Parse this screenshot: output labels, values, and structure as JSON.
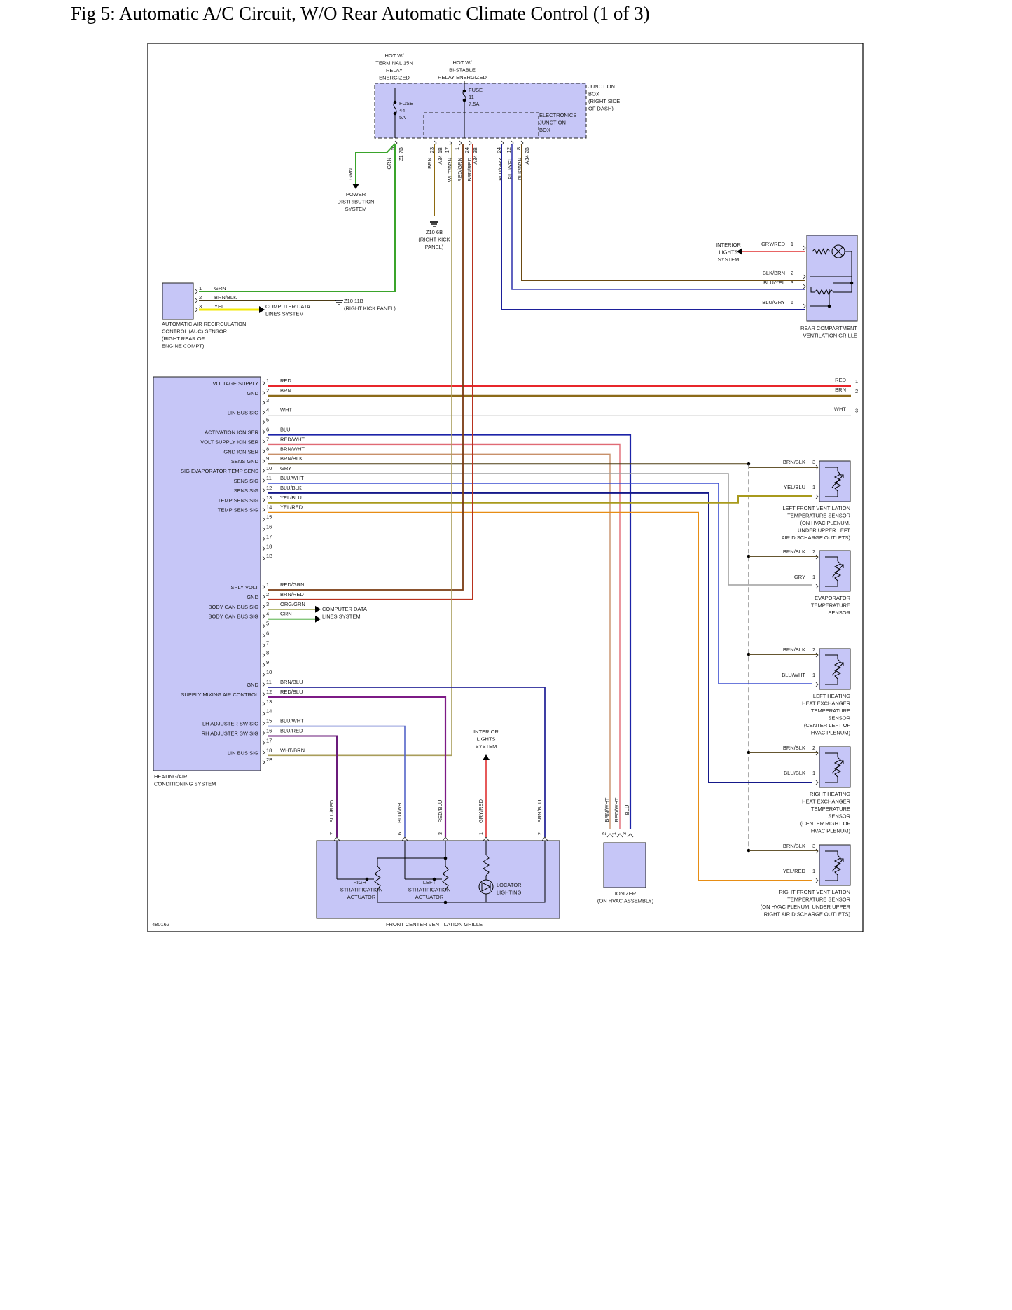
{
  "title": "Fig 5: Automatic A/C Circuit, W/O Rear Automatic Climate Control (1 of 3)",
  "figure_id": "480162",
  "colors": {
    "component_fill": "#c6c6f7",
    "RED": "#e8262b",
    "BRN": "#7a5a1e",
    "WHT": "#c8c8c8",
    "BLU": "#1c23a8",
    "GRN": "#3aa42b",
    "YEL": "#f3e900",
    "GRY": "#9a9a9a",
    "ORG": "#f08a00",
    "OLIVE": "#9c9145",
    "PURPLE": "#7d1a86",
    "DKRED": "#b8321e",
    "BLK": "#000000"
  },
  "junction_box": {
    "hot1": [
      "HOT W/",
      "TERMINAL 15N",
      "RELAY",
      "ENERGIZED"
    ],
    "hot2": [
      "HOT W/",
      "BI-STABLE",
      "RELAY ENERGIZED"
    ],
    "fuse44": [
      "FUSE",
      "44",
      "5A"
    ],
    "fuse11": [
      "FUSE",
      "11",
      "7.5A"
    ],
    "label": [
      "JUNCTION",
      "BOX",
      "(RIGHT SIDE",
      "OF DASH)"
    ],
    "ejb": [
      "ELECTRONICS",
      "JUNCTION",
      "BOX"
    ],
    "pins": [
      {
        "pin": "5",
        "conn": "Z1 7B",
        "wire": "GRN"
      },
      {
        "pin": "23",
        "conn": "A34 1B",
        "wire": "BRN"
      },
      {
        "pin": "17",
        "conn": "",
        "wire": "WHT/BRN"
      },
      {
        "pin": "1",
        "conn": "",
        "wire": "RED/GRN"
      },
      {
        "pin": "24",
        "conn": "A34 3B",
        "wire": "BRN/RED"
      },
      {
        "pin": "24",
        "conn": "",
        "wire": "BLU/GRY"
      },
      {
        "pin": "12",
        "conn": "",
        "wire": "BLU/YEL"
      },
      {
        "pin": "8",
        "conn": "A34 2B",
        "wire": "BLK/BRN"
      }
    ],
    "grn_left": "GRN"
  },
  "power_dist": [
    "POWER",
    "DISTRIBUTION",
    "SYSTEM"
  ],
  "z10_6b": [
    "Z10 6B",
    "(RIGHT KICK",
    "PANEL)"
  ],
  "z10_11b": [
    "Z10 11B",
    "(RIGHT KICK PANEL)"
  ],
  "auc": {
    "pins": [
      {
        "pin": "1",
        "wire": "GRN"
      },
      {
        "pin": "2",
        "wire": "BRN/BLK"
      },
      {
        "pin": "3",
        "wire": "YEL"
      }
    ],
    "label": [
      "AUTOMATIC AIR RECIRCULATION",
      "CONTROL (AUC) SENSOR",
      "(RIGHT REAR OF",
      "ENGINE COMPT)"
    ],
    "cdls": [
      "COMPUTER DATA",
      "LINES SYSTEM"
    ]
  },
  "rear_grille": {
    "interior": [
      "INTERIOR",
      "LIGHTS",
      "SYSTEM"
    ],
    "pins": [
      {
        "pin": "1",
        "wire": "GRY/RED"
      },
      {
        "pin": "2",
        "wire": "BLK/BRN"
      },
      {
        "pin": "3",
        "wire": "BLU/YEL"
      },
      {
        "pin": "6",
        "wire": "BLU/GRY"
      }
    ],
    "label": [
      "REAR COMPARTMENT",
      "VENTILATION GRILLE"
    ]
  },
  "hac": {
    "label": [
      "HEATING/AIR",
      "CONDITIONING SYSTEM"
    ],
    "c1": [
      {
        "pin": "1",
        "wire": "RED",
        "name": "VOLTAGE SUPPLY"
      },
      {
        "pin": "2",
        "wire": "BRN",
        "name": "GND"
      },
      {
        "pin": "3",
        "wire": "",
        "name": ""
      },
      {
        "pin": "4",
        "wire": "WHT",
        "name": "LIN BUS SIG"
      },
      {
        "pin": "5",
        "wire": "",
        "name": ""
      },
      {
        "pin": "6",
        "wire": "BLU",
        "name": "ACTIVATION IONISER"
      },
      {
        "pin": "7",
        "wire": "RED/WHT",
        "name": "VOLT SUPPLY IONISER"
      },
      {
        "pin": "8",
        "wire": "BRN/WHT",
        "name": "GND IONISER"
      },
      {
        "pin": "9",
        "wire": "BRN/BLK",
        "name": "SENS GND"
      },
      {
        "pin": "10",
        "wire": "GRY",
        "name": "SIG EVAPORATOR TEMP SENS"
      },
      {
        "pin": "11",
        "wire": "BLU/WHT",
        "name": "SENS SIG"
      },
      {
        "pin": "12",
        "wire": "BLU/BLK",
        "name": "SENS SIG"
      },
      {
        "pin": "13",
        "wire": "YEL/BLU",
        "name": "TEMP SENS SIG"
      },
      {
        "pin": "14",
        "wire": "YEL/RED",
        "name": "TEMP SENS SIG"
      },
      {
        "pin": "15",
        "wire": "",
        "name": ""
      },
      {
        "pin": "16",
        "wire": "",
        "name": ""
      },
      {
        "pin": "17",
        "wire": "",
        "name": ""
      },
      {
        "pin": "18",
        "wire": "",
        "name": ""
      },
      {
        "pin": "1B",
        "wire": "",
        "name": ""
      }
    ],
    "c2": [
      {
        "pin": "1",
        "wire": "RED/GRN",
        "name": "SPLY VOLT"
      },
      {
        "pin": "2",
        "wire": "BRN/RED",
        "name": "GND"
      },
      {
        "pin": "3",
        "wire": "ORG/GRN",
        "name": "BODY CAN BUS SIG"
      },
      {
        "pin": "4",
        "wire": "GRN",
        "name": "BODY CAN BUS SIG"
      },
      {
        "pin": "5",
        "wire": "",
        "name": ""
      },
      {
        "pin": "6",
        "wire": "",
        "name": ""
      },
      {
        "pin": "7",
        "wire": "",
        "name": ""
      },
      {
        "pin": "8",
        "wire": "",
        "name": ""
      },
      {
        "pin": "9",
        "wire": "",
        "name": ""
      },
      {
        "pin": "10",
        "wire": "",
        "name": ""
      },
      {
        "pin": "11",
        "wire": "BRN/BLU",
        "name": "GND"
      },
      {
        "pin": "12",
        "wire": "RED/BLU",
        "name": "SUPPLY MIXING AIR CONTROL"
      },
      {
        "pin": "13",
        "wire": "",
        "name": ""
      },
      {
        "pin": "14",
        "wire": "",
        "name": ""
      },
      {
        "pin": "15",
        "wire": "BLU/WHT",
        "name": "LH ADJUSTER SW SIG"
      },
      {
        "pin": "16",
        "wire": "BLU/RED",
        "name": "RH ADJUSTER SW SIG"
      },
      {
        "pin": "17",
        "wire": "",
        "name": ""
      },
      {
        "pin": "18",
        "wire": "WHT/BRN",
        "name": "LIN BUS SIG"
      },
      {
        "pin": "2B",
        "wire": "",
        "name": ""
      }
    ],
    "cdls": [
      "COMPUTER DATA",
      "LINES SYSTEM"
    ]
  },
  "right_bus": [
    {
      "pin": "1",
      "wire": "RED"
    },
    {
      "pin": "2",
      "wire": "BRN"
    },
    {
      "pin": "3",
      "wire": "WHT"
    }
  ],
  "sensors": [
    {
      "id": "lf",
      "p1": "3",
      "w1": "BRN/BLK",
      "p2": "1",
      "w2": "YEL/BLU",
      "label": [
        "LEFT FRONT VENTILATION",
        "TEMPERATURE SENSOR",
        "(ON HVAC PLENUM,",
        "UNDER UPPER LEFT",
        "AIR DISCHARGE OUTLETS)"
      ]
    },
    {
      "id": "evap",
      "p1": "2",
      "w1": "BRN/BLK",
      "p2": "1",
      "w2": "GRY",
      "label": [
        "EVAPORATOR",
        "TEMPERATURE",
        "SENSOR"
      ]
    },
    {
      "id": "lh",
      "p1": "2",
      "w1": "BRN/BLK",
      "p2": "1",
      "w2": "BLU/WHT",
      "label": [
        "LEFT HEATING",
        "HEAT EXCHANGER",
        "TEMPERATURE",
        "SENSOR",
        "(CENTER LEFT OF",
        "HVAC PLENUM)"
      ]
    },
    {
      "id": "rh",
      "p1": "2",
      "w1": "BRN/BLK",
      "p2": "1",
      "w2": "BLU/BLK",
      "label": [
        "RIGHT HEATING",
        "HEAT EXCHANGER",
        "TEMPERATURE",
        "SENSOR",
        "(CENTER RIGHT OF",
        "HVAC PLENUM)"
      ]
    },
    {
      "id": "rf",
      "p1": "3",
      "w1": "BRN/BLK",
      "p2": "1",
      "w2": "YEL/RED",
      "label": [
        "RIGHT FRONT VENTILATION",
        "TEMPERATURE SENSOR",
        "(ON HVAC PLENUM, UNDER UPPER",
        "RIGHT AIR DISCHARGE OUTLETS)"
      ]
    }
  ],
  "front_grille": {
    "pins": [
      {
        "pin": "7",
        "wire": "BLU/RED"
      },
      {
        "pin": "6",
        "wire": "BLU/WHT"
      },
      {
        "pin": "3",
        "wire": "RED/BLU"
      },
      {
        "pin": "1",
        "wire": "GRY/RED"
      },
      {
        "pin": "2",
        "wire": "BRN/BLU"
      }
    ],
    "interior": [
      "INTERIOR",
      "LIGHTS",
      "SYSTEM"
    ],
    "right_act": [
      "RIGHT",
      "STRATIFICATION",
      "ACTUATOR"
    ],
    "left_act": [
      "LEFT",
      "STRATIFICATION",
      "ACTUATOR"
    ],
    "locator": [
      "LOCATOR",
      "LIGHTING"
    ],
    "label": "FRONT CENTER VENTILATION GRILLE"
  },
  "ionizer": {
    "pins": [
      {
        "pin": "2",
        "wire": "BRN/WHT"
      },
      {
        "pin": "1",
        "wire": "RED/WHT"
      },
      {
        "pin": "3",
        "wire": "BLU"
      }
    ],
    "label": [
      "IONIZER",
      "(ON HVAC ASSEMBLY)"
    ]
  }
}
